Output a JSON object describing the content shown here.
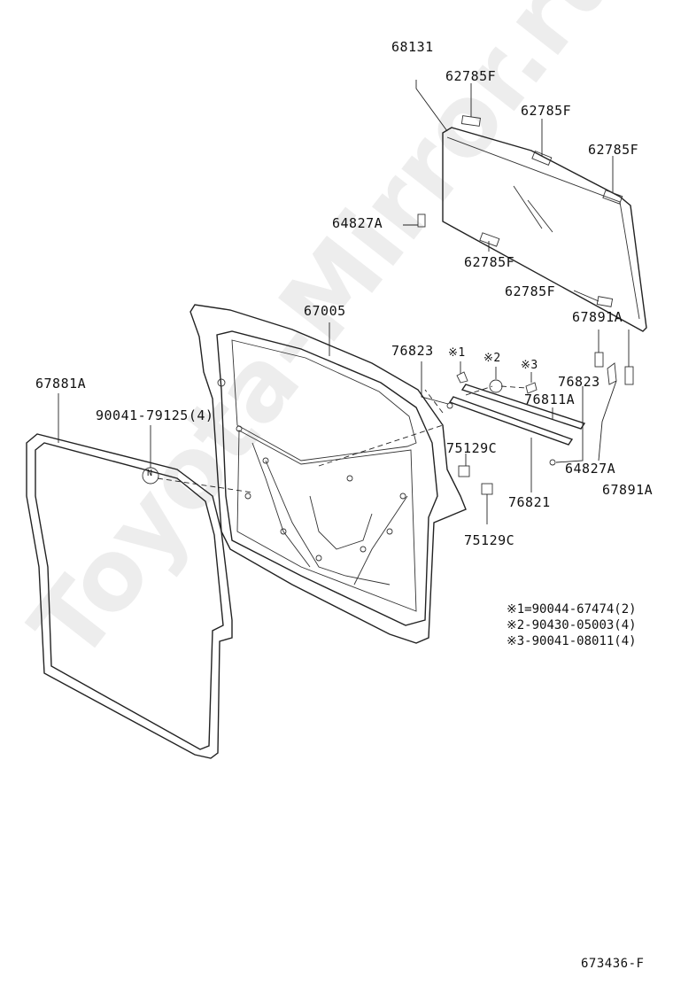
{
  "watermark": "Toyota-Mirror.ru",
  "diagram_id": "673436-F",
  "labels": {
    "p68131": "68131",
    "p62785F_a": "62785F",
    "p62785F_b": "62785F",
    "p62785F_c": "62785F",
    "p62785F_d": "62785F",
    "p62785F_e": "62785F",
    "p64827A_a": "64827A",
    "p64827A_b": "64827A",
    "p67005": "67005",
    "p67891A_a": "67891A",
    "p67891A_b": "67891A",
    "p76823_a": "76823",
    "p76823_b": "76823",
    "p67881A": "67881A",
    "p90041_79125": "90041-79125(4)",
    "p76811A": "76811A",
    "p75129C_a": "75129C",
    "p75129C_b": "75129C",
    "p76821": "76821",
    "ref1": "※1",
    "ref2": "※2",
    "ref3": "※3",
    "circle_n": "N"
  },
  "notes": [
    "※1=90044-67474(2)",
    "※2-90430-05003(4)",
    "※3-90041-08011(4)"
  ]
}
